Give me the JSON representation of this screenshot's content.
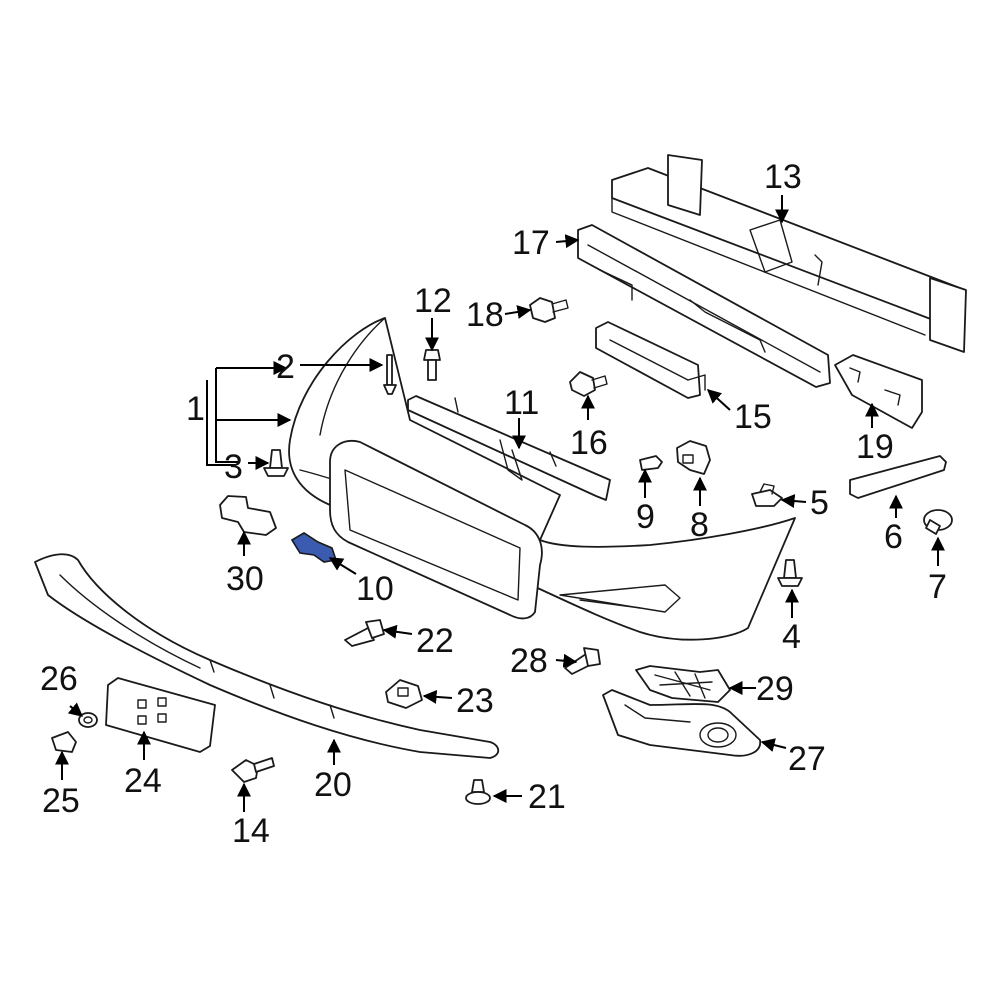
{
  "highlight_color": "#3a5bb0",
  "highlighted_part": "10",
  "callouts": {
    "c1": "1",
    "c2": "2",
    "c3": "3",
    "c4": "4",
    "c5": "5",
    "c6": "6",
    "c7": "7",
    "c8": "8",
    "c9": "9",
    "c10": "10",
    "c11": "11",
    "c12": "12",
    "c13": "13",
    "c14": "14",
    "c15": "15",
    "c16": "16",
    "c17": "17",
    "c18": "18",
    "c19": "19",
    "c20": "20",
    "c21": "21",
    "c22": "22",
    "c23": "23",
    "c24": "24",
    "c25": "25",
    "c26": "26",
    "c27": "27",
    "c28": "28",
    "c29": "29",
    "c30": "30"
  }
}
